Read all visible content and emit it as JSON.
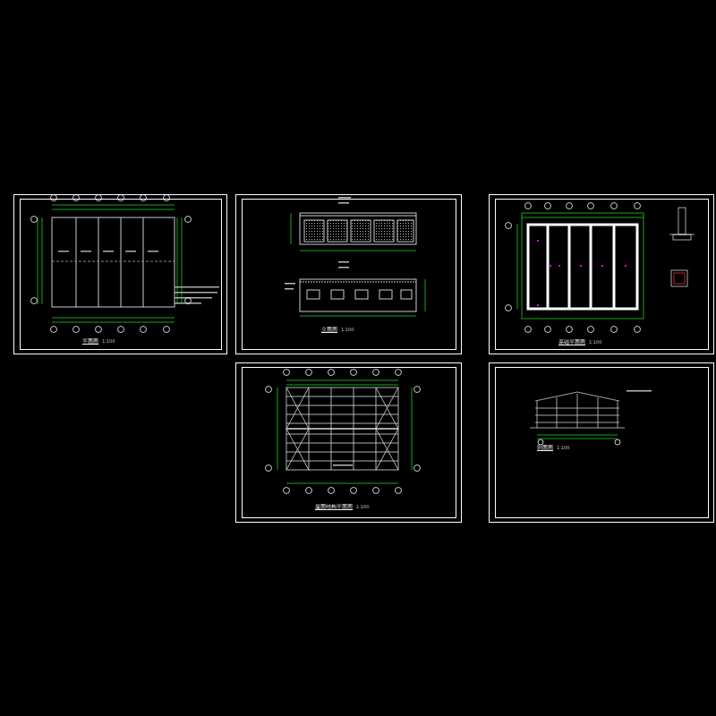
{
  "diagram": {
    "nodes": [
      {
        "text": [
          "平面图",
          "1:100"
        ]
      },
      {
        "text": [
          "立面图",
          "1:100"
        ]
      },
      {
        "text": [
          "基础平面图",
          "1:100"
        ]
      },
      {
        "text": [
          "屋面结构平面图",
          "1:100"
        ]
      },
      {
        "text": [
          "剖面图",
          "1:100"
        ]
      }
    ]
  }
}
